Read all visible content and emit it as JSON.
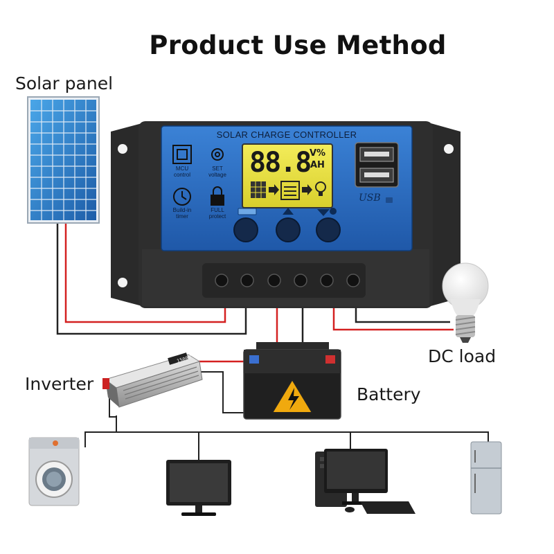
{
  "title": "Product Use Method",
  "labels": {
    "solar_panel": "Solar panel",
    "dc_load": "DC load",
    "inverter": "Inverter",
    "battery": "Battery"
  },
  "controller": {
    "header": "SOLAR CHARGE CONTROLLER",
    "lcd_digits": "88.8",
    "lcd_unit_top": "V%",
    "lcd_unit_bottom": "AH",
    "usb_label": "USB",
    "left_icons": [
      {
        "icon": "mcu-chip-icon",
        "label_1": "MCU",
        "label_2": "control"
      },
      {
        "icon": "gear-icon",
        "label_1": "SET",
        "label_2": "voltage"
      },
      {
        "icon": "clock-icon",
        "label_1": "Build-in",
        "label_2": "timer"
      },
      {
        "icon": "lock-icon",
        "label_1": "FULL",
        "label_2": "protect"
      }
    ],
    "inverter_rating": "1500W"
  },
  "colors": {
    "panel_blue": "#2f6fc4",
    "lcd_yellow": "#e8df3a",
    "wire_red": "#d42020",
    "wire_black": "#222222"
  },
  "appliances": [
    "washing-machine-icon",
    "monitor-icon",
    "desktop-computer-icon",
    "refrigerator-icon"
  ]
}
